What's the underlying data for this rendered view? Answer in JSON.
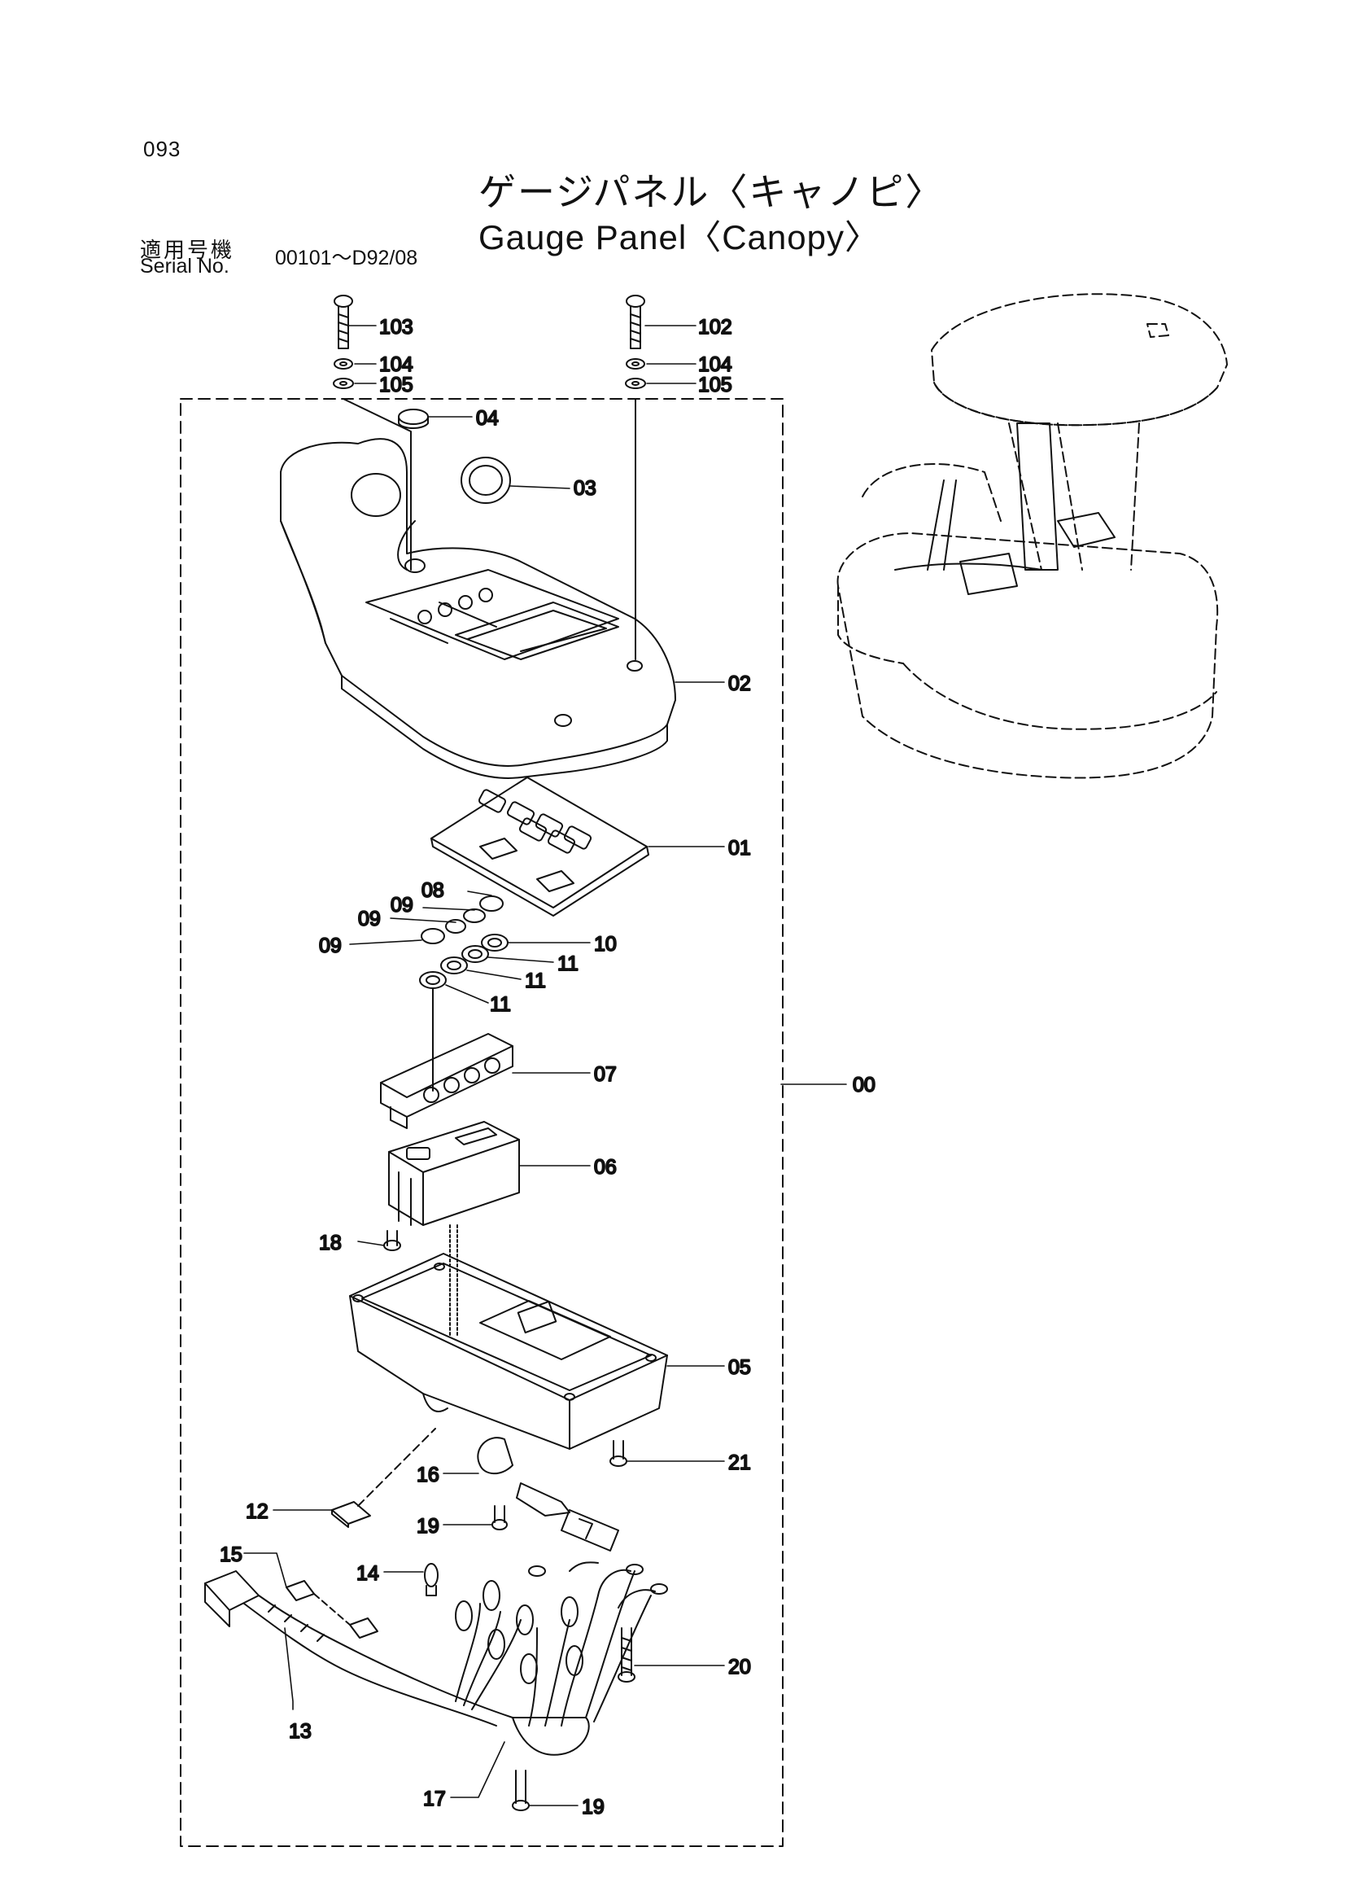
{
  "page": {
    "number": "093"
  },
  "title": {
    "ja": "ゲージパネル〈キャノピ〉",
    "en": "Gauge Panel〈Canopy〉"
  },
  "serial": {
    "label_ja": "適用号機",
    "label_en": "Serial  No.",
    "range": "00101～D92/08"
  },
  "callouts": {
    "c00": "00",
    "c01": "01",
    "c02": "02",
    "c03": "03",
    "c04": "04",
    "c05": "05",
    "c06": "06",
    "c07": "07",
    "c08": "08",
    "c09a": "09",
    "c09b": "09",
    "c09c": "09",
    "c10": "10",
    "c11a": "11",
    "c11b": "11",
    "c11c": "11",
    "c12": "12",
    "c13": "13",
    "c14": "14",
    "c15": "15",
    "c16": "16",
    "c17": "17",
    "c18": "18",
    "c19a": "19",
    "c19b": "19",
    "c20": "20",
    "c21": "21",
    "c102": "102",
    "c103": "103",
    "c104a": "104",
    "c104b": "104",
    "c105a": "105",
    "c105b": "105"
  }
}
